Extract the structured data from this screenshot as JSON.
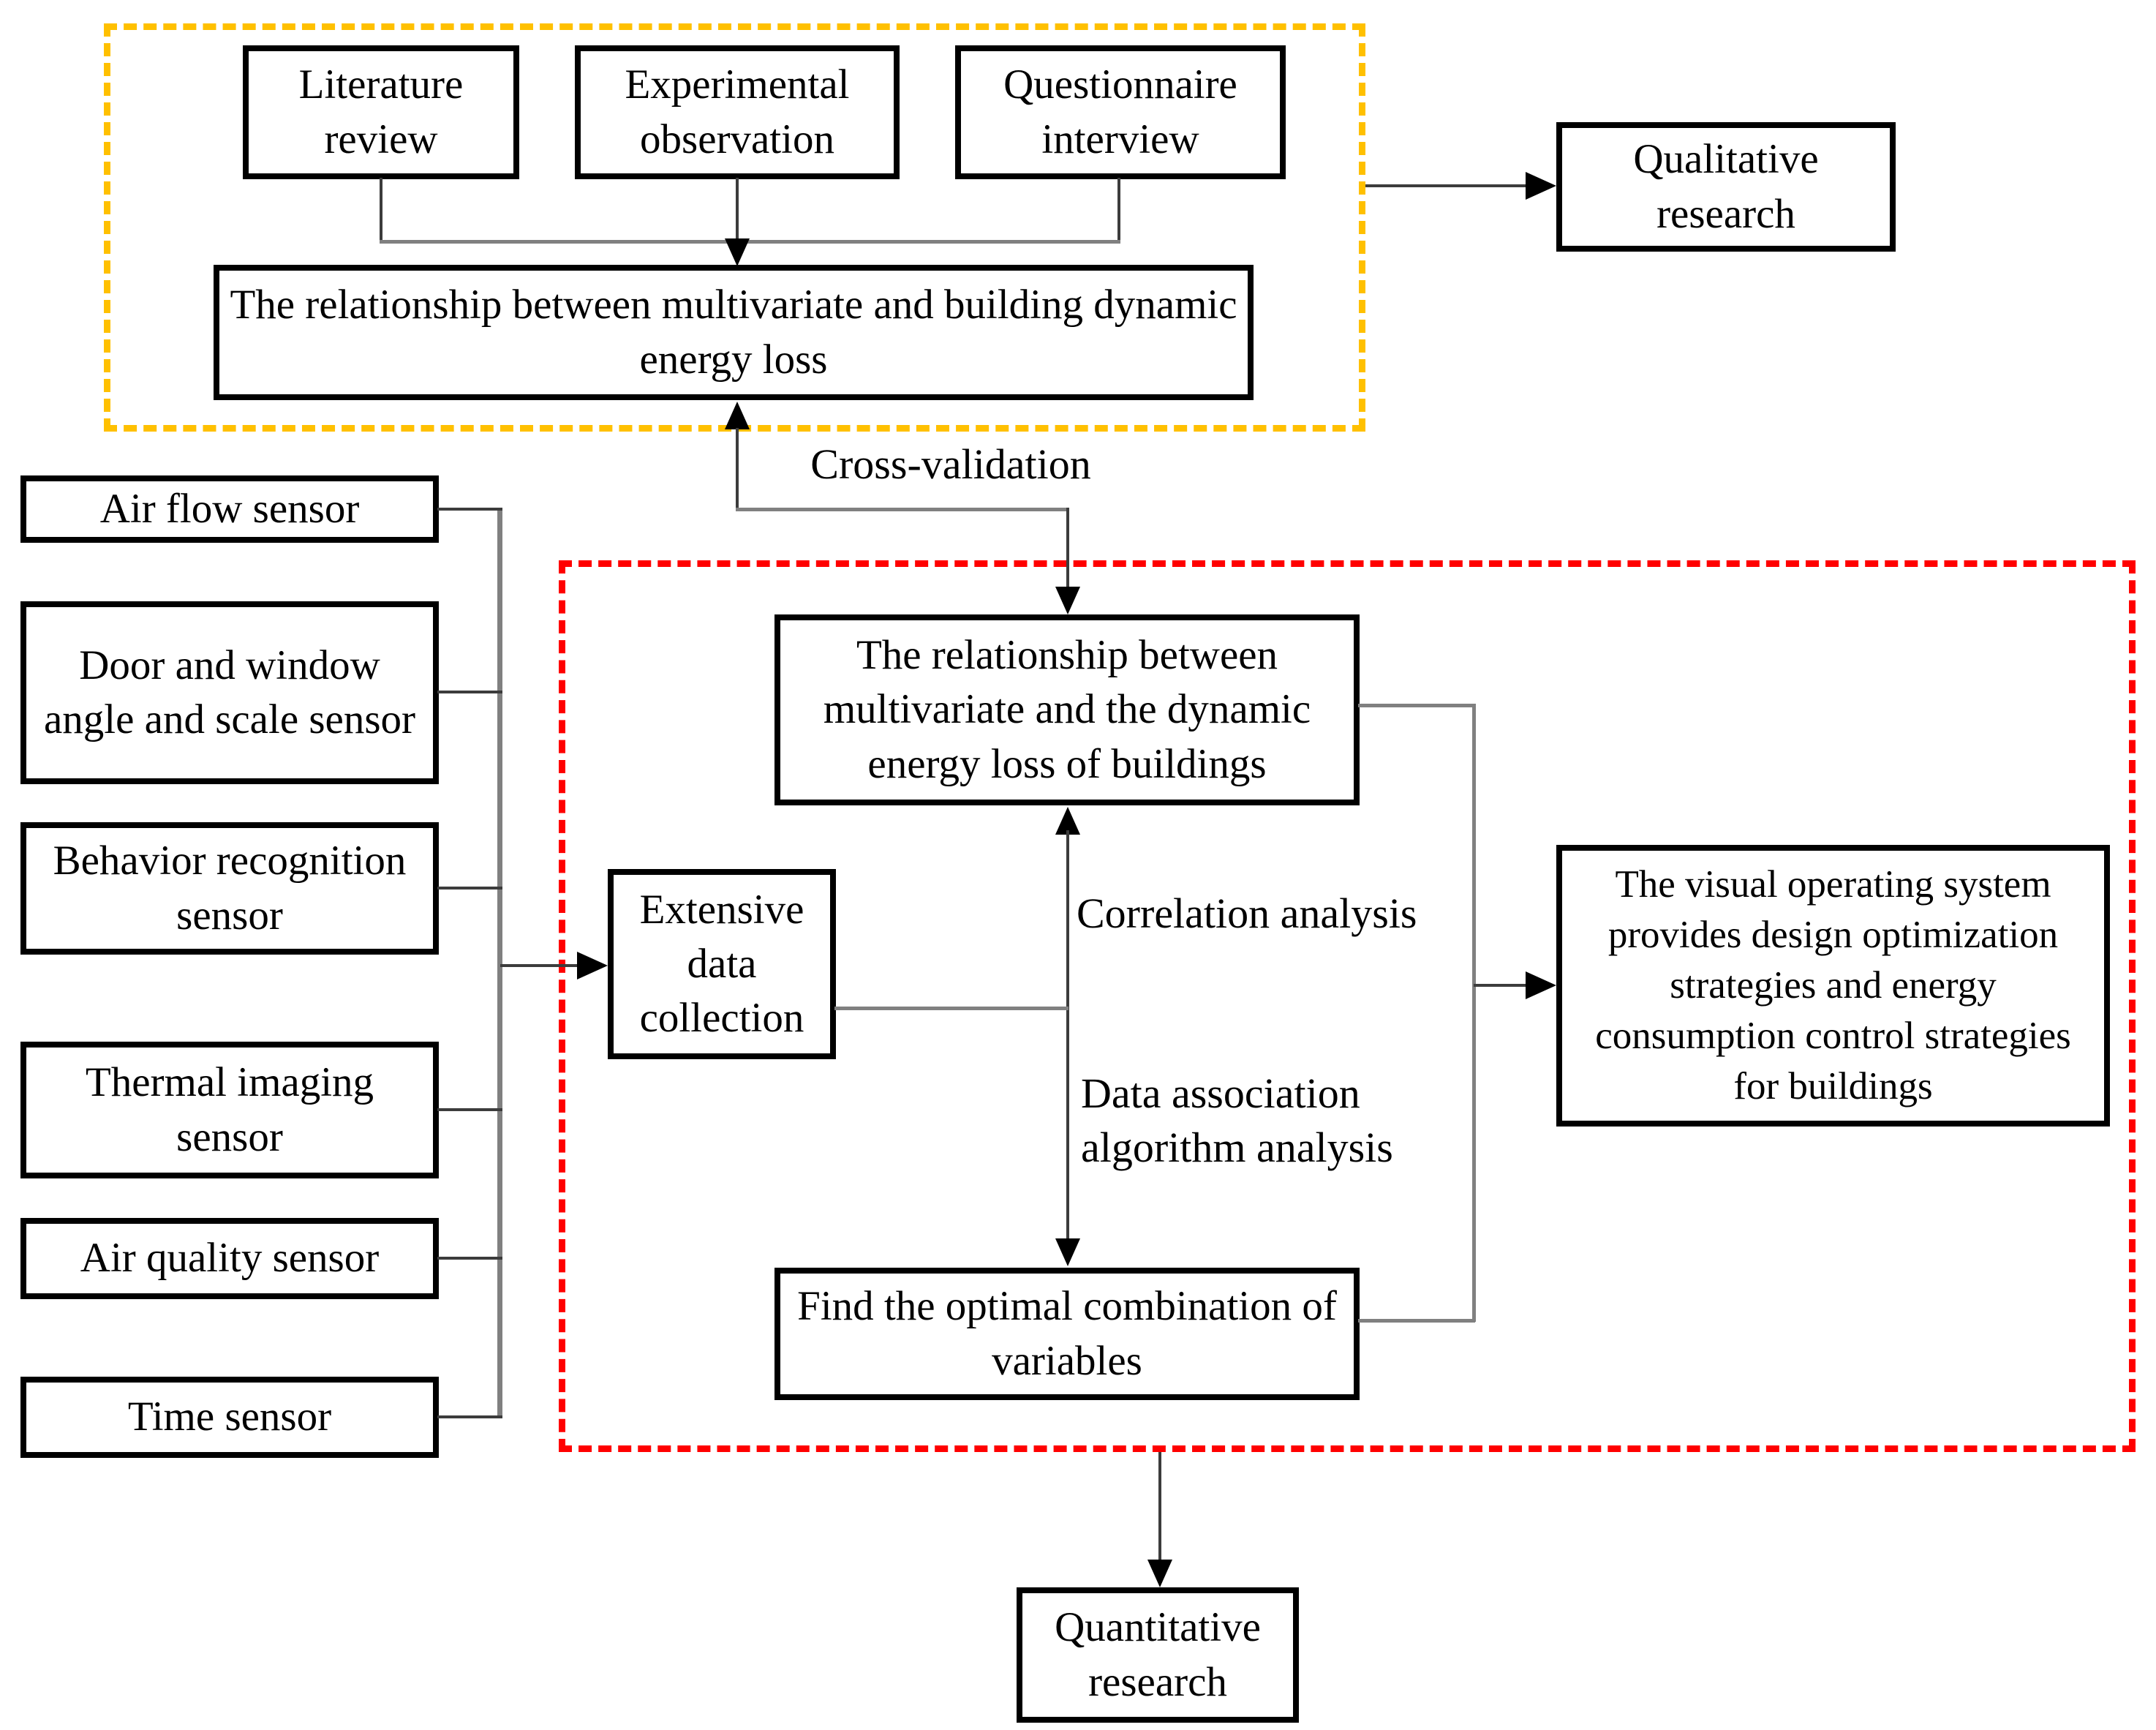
{
  "colors": {
    "qualitative_frame_border": "#FFC000",
    "quantitative_frame_border": "#FF0000",
    "shape_border": "#000000",
    "connector_dark": "#3c3c3c",
    "connector_gray": "#808080",
    "background": "#ffffff"
  },
  "qualitative_section": {
    "methods": [
      {
        "label": "Literature review"
      },
      {
        "label": "Experimental observation"
      },
      {
        "label": "Questionnaire interview"
      }
    ],
    "relationship_box": "The relationship between multivariate  and building dynamic energy loss",
    "outcome_box": "Qualitative research"
  },
  "cross_validation_label": "Cross-validation",
  "sensors": [
    {
      "label": "Air flow sensor"
    },
    {
      "label": "Door and window angle and scale sensor"
    },
    {
      "label": "Behavior recognition sensor"
    },
    {
      "label": "Thermal imaging sensor"
    },
    {
      "label": "Air quality sensor"
    },
    {
      "label": "Time sensor"
    }
  ],
  "quantitative_section": {
    "data_collection_box": "Extensive data collection",
    "relationship_box": "The relationship between multivariate  and the dynamic energy loss of buildings",
    "correlation_label": "Correlation analysis",
    "data_association_label": "Data association algorithm analysis",
    "optimal_box": "Find the optimal combination of variables",
    "visual_system_box": "The visual operating system provides design optimization strategies and energy consumption control strategies for buildings",
    "outcome_box": "Quantitative research"
  }
}
